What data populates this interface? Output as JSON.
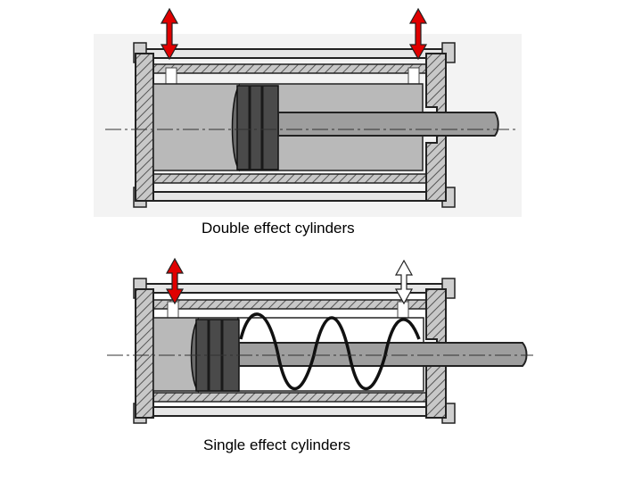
{
  "captions": {
    "double": "Double effect cylinders",
    "single": "Single effect cylinders"
  },
  "colors": {
    "hatch_gray": "#9a9a9a",
    "bore_gray": "#b9b9b9",
    "piston_dark": "#4a4a4a",
    "port_arrow_red": "#e00000",
    "vent_arrow_white": "#ffffff",
    "spring_black": "#111111"
  },
  "icons": {
    "port_arrow": "double-headed-vertical-arrow",
    "vent_arrow": "double-headed-vertical-arrow-outline"
  }
}
